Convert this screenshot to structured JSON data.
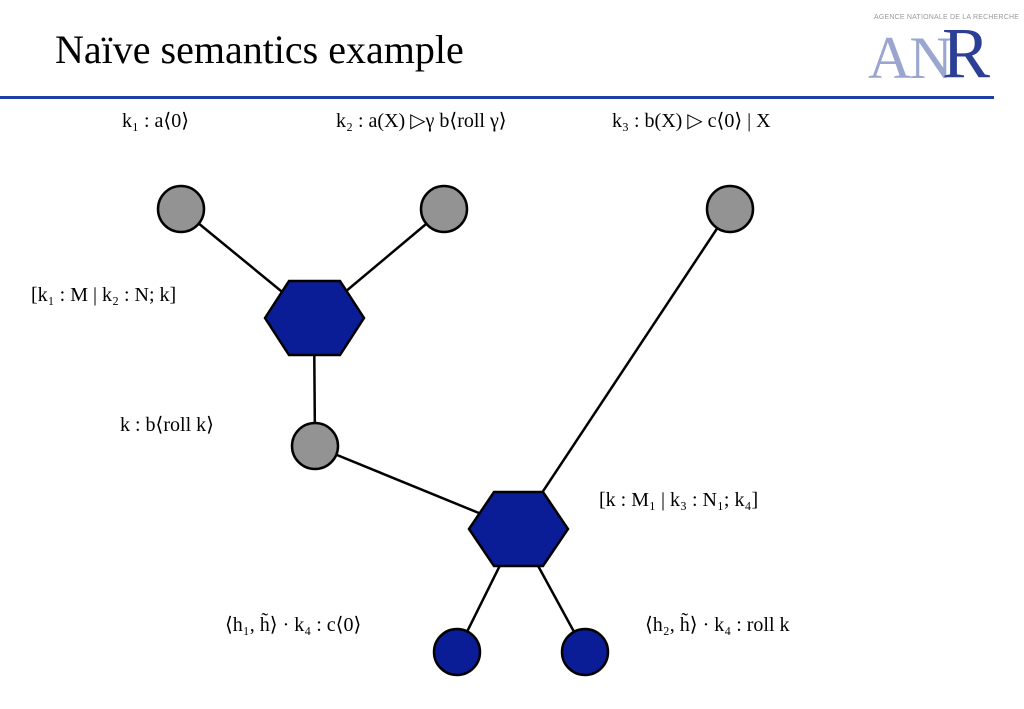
{
  "slide": {
    "title": "Naïve semantics example"
  },
  "logo": {
    "small_text": "AGENCE NATIONALE DE LA RECHERCHE",
    "letters_an": "AN",
    "letter_r": "R"
  },
  "labels": {
    "k1": "k₁ : a⟨0⟩",
    "k2": "k₂ : a(X) ▷γ b⟨roll γ⟩",
    "k3": "k₃ : b(X) ▷ c⟨0⟩ | X",
    "memory1": "[k₁ : M | k₂ : N; k]",
    "kb": "k : b⟨roll k⟩",
    "memory2": "[k : M₁ | k₃ : N₁; k₄]",
    "h1": "⟨h₁, h̃⟩ · k₄ : c⟨0⟩",
    "h2": "⟨h₂, h̃⟩ · k₄ : roll k"
  },
  "colors": {
    "gray_node": "#939393",
    "blue_node": "#0a1d96",
    "rule": "#1f3fa8"
  }
}
